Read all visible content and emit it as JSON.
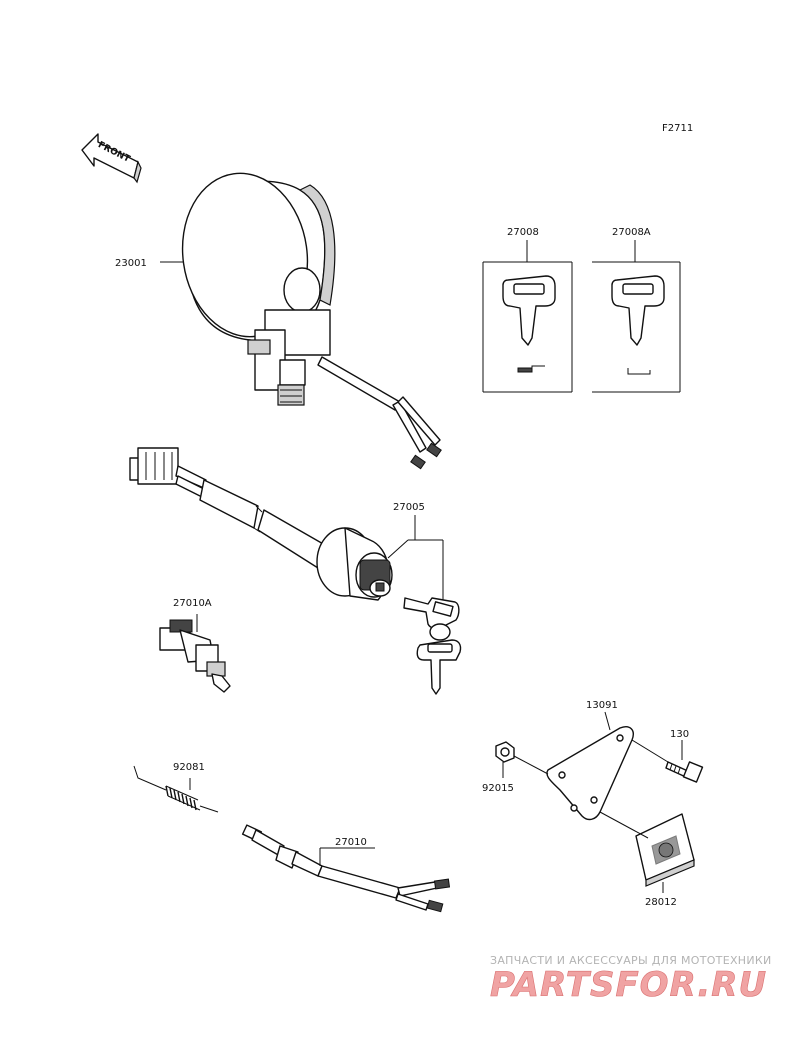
{
  "figure_code": "F2711",
  "front_arrow": {
    "label": "FRONT"
  },
  "callouts": {
    "p23001": "23001",
    "p27008": "27008",
    "p27008a": "27008A",
    "p27005": "27005",
    "p27010a": "27010A",
    "p13091": "13091",
    "p130": "130",
    "p92015": "92015",
    "p92081": "92081",
    "p27010": "27010",
    "p28012": "28012"
  },
  "watermark": {
    "tagline": "ЗАПЧАСТИ И АКСЕССУАРЫ ДЛЯ МОТОТЕХНИКИ",
    "brand": "PARTSFOR.RU"
  },
  "colors": {
    "line": "#111111",
    "watermark_red": "#e06060",
    "watermark_gray": "#b3b3b3"
  }
}
